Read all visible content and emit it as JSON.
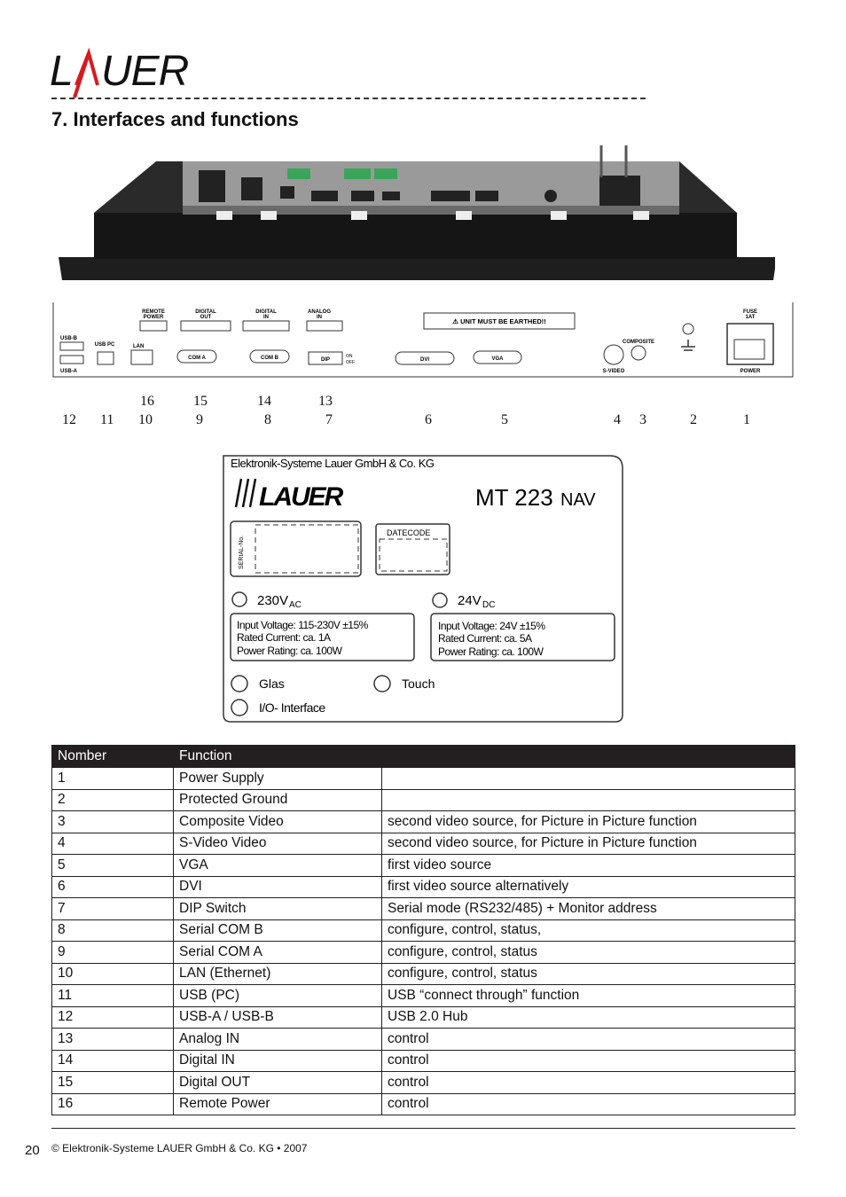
{
  "header": {
    "brand": "LAUER",
    "section_title": "7. Interfaces and functions"
  },
  "panel": {
    "labels": {
      "remote_power": "REMOTE POWER",
      "digital_out": "DIGITAL OUT",
      "digital_in": "DIGITAL IN",
      "analog_in": "ANALOG IN",
      "usb_b": "USB-B",
      "usb_a": "USB-A",
      "usb_pc": "USB PC",
      "lan": "LAN",
      "com_a": "COM A",
      "com_b": "COM B",
      "dip": "DIP",
      "on": "ON",
      "off": "OFF",
      "earth_warning": "UNIT MUST BE EARTHED!!",
      "dvi": "DVI",
      "vga": "VGA",
      "composite": "COMPOSITE",
      "s_video": "S-VIDEO",
      "fuse": "FUSE 1AT",
      "power": "POWER"
    },
    "top_numbers": [
      "16",
      "15",
      "14",
      "13"
    ],
    "bottom_numbers": [
      "12",
      "11",
      "10",
      "9",
      "8",
      "7",
      "6",
      "5",
      "4",
      "3",
      "2",
      "1"
    ]
  },
  "nameplate": {
    "company": "Elektronik-Systeme Lauer GmbH & Co. KG",
    "brand": "LAUER",
    "model": "MT 223",
    "model_suffix": "NAV",
    "serial_label": "SERIAL-No.",
    "datecode": "DATECODE",
    "ac_voltage": "230V",
    "ac_suffix": "AC",
    "dc_voltage": "24V",
    "dc_suffix": "DC",
    "ac_specs": [
      "Input Voltage:  115-230V  ±15%",
      "Rated Current:  ca. 1A",
      "Power Rating:   ca. 100W"
    ],
    "dc_specs": [
      "Input Voltage:   24V  ±15%",
      "Rated Current:  ca. 5A",
      "Power Rating:   ca. 100W"
    ],
    "glas": "Glas",
    "touch": "Touch",
    "io": "I/O- Interface"
  },
  "table": {
    "headers": [
      "Nomber",
      "Function"
    ],
    "rows": [
      [
        "1",
        "Power Supply",
        ""
      ],
      [
        "2",
        "Protected Ground",
        ""
      ],
      [
        "3",
        "Composite Video",
        "second video source, for Picture in Picture function"
      ],
      [
        "4",
        "S-Video Video",
        "second video source, for Picture in Picture function"
      ],
      [
        "5",
        "VGA",
        "first video source"
      ],
      [
        "6",
        "DVI",
        "first video source alternatively"
      ],
      [
        "7",
        "DIP Switch",
        "Serial mode (RS232/485) + Monitor address"
      ],
      [
        "8",
        "Serial COM B",
        "configure, control, status,"
      ],
      [
        "9",
        "Serial COM A",
        "configure, control, status"
      ],
      [
        "10",
        "LAN (Ethernet)",
        "configure, control, status"
      ],
      [
        "11",
        "USB (PC)",
        "USB “connect through” function"
      ],
      [
        "12",
        "USB-A / USB-B",
        "USB 2.0 Hub"
      ],
      [
        "13",
        "Analog IN",
        "control"
      ],
      [
        "14",
        "Digital IN",
        "control"
      ],
      [
        "15",
        "Digital OUT",
        "control"
      ],
      [
        "16",
        "Remote Power",
        "control"
      ]
    ]
  },
  "footer": {
    "page_number": "20",
    "copyright": "© Elektronik-Systeme LAUER GmbH & Co. KG • 2007"
  },
  "colors": {
    "dark": "#231f20",
    "logo_red": "#d71920"
  }
}
